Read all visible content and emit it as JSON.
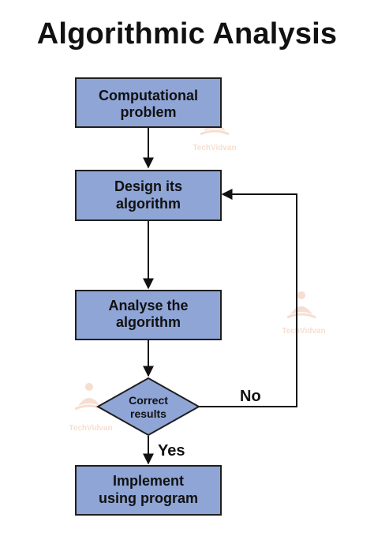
{
  "title": "Algorithmic Analysis",
  "colors": {
    "box_fill": "#8fa5d6",
    "box_stroke": "#1f1f1f",
    "arrow": "#111111",
    "watermark": "#e8a27a"
  },
  "watermark": {
    "text": "TechVidvan",
    "icon": "yoga-figure-icon"
  },
  "nodes": {
    "computational_problem": {
      "line1": "Computational",
      "line2": "problem"
    },
    "design_algorithm": {
      "line1": "Design its",
      "line2": "algorithm"
    },
    "analyse_algorithm": {
      "line1": "Analyse the",
      "line2": "algorithm"
    },
    "correct_results": {
      "line1": "Correct",
      "line2": "results"
    },
    "implement": {
      "line1": "Implement",
      "line2": "using program"
    }
  },
  "edges": {
    "no_label": "No",
    "yes_label": "Yes"
  }
}
